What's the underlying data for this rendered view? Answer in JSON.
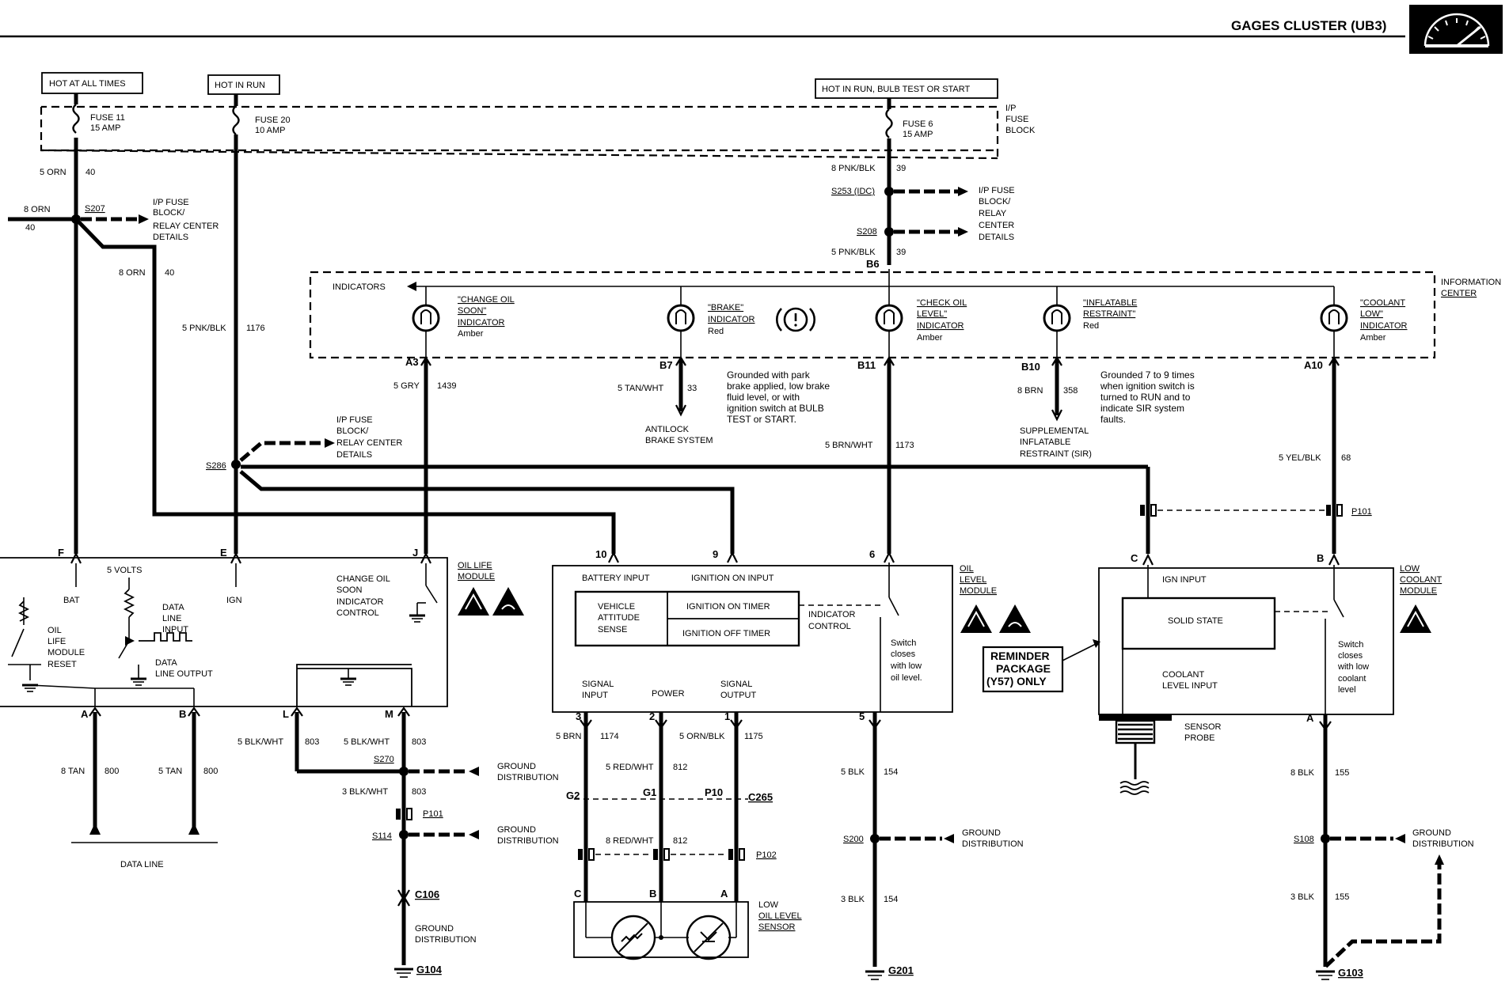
{
  "header": {
    "title": "GAGES CLUSTER (UB3)"
  },
  "power": {
    "hot_at_all_times": "HOT AT ALL TIMES",
    "hot_in_run": "HOT IN RUN",
    "hot_in_run_bulb": "HOT IN RUN, BULB TEST OR START",
    "fuse11": {
      "name": "FUSE 11",
      "rating": "15 AMP"
    },
    "fuse20": {
      "name": "FUSE 20",
      "rating": "10 AMP"
    },
    "fuse6": {
      "name": "FUSE 6",
      "rating": "15 AMP"
    },
    "fuse_block": [
      "I/P",
      "FUSE",
      "BLOCK"
    ]
  },
  "splices": {
    "s207": "S207",
    "s207_ref": [
      "I/P FUSE",
      "BLOCK/",
      "RELAY CENTER",
      "DETAILS"
    ],
    "s253": "S253 (IDC)",
    "s208": "S208",
    "s208_ref": [
      "I/P FUSE",
      "BLOCK/",
      "RELAY",
      "CENTER",
      "DETAILS"
    ],
    "s286": "S286",
    "s286_ref": [
      "I/P FUSE",
      "BLOCK/",
      "RELAY CENTER",
      "DETAILS"
    ],
    "s270": "S270",
    "s114": "S114",
    "s200": "S200",
    "s108": "S108",
    "ground_dist": "GROUND",
    "ground_dist2": "DISTRIBUTION"
  },
  "wires": {
    "w40a": {
      "gauge": "5 ORN",
      "circuit": "40"
    },
    "w40b": {
      "gauge": "8 ORN",
      "circuit": "40"
    },
    "w40c": {
      "gauge": "8 ORN",
      "circuit": "40"
    },
    "w1176": {
      "gauge": "5 PNK/BLK",
      "circuit": "1176"
    },
    "w39a": {
      "gauge": "8 PNK/BLK",
      "circuit": "39"
    },
    "w39b": {
      "gauge": "5 PNK/BLK",
      "circuit": "39"
    },
    "w1439": {
      "gauge": "5 GRY",
      "circuit": "1439"
    },
    "w33": {
      "gauge": "5 TAN/WHT",
      "circuit": "33"
    },
    "w1173": {
      "gauge": "5 BRN/WHT",
      "circuit": "1173"
    },
    "w358": {
      "gauge": "8 BRN",
      "circuit": "358"
    },
    "w68": {
      "gauge": "5 YEL/BLK",
      "circuit": "68"
    },
    "w800a": {
      "gauge": "8 TAN",
      "circuit": "800"
    },
    "w800b": {
      "gauge": "5 TAN",
      "circuit": "800"
    },
    "w803a": {
      "gauge": "5 BLK/WHT",
      "circuit": "803"
    },
    "w803b": {
      "gauge": "5 BLK/WHT",
      "circuit": "803"
    },
    "w803c": {
      "gauge": "3 BLK/WHT",
      "circuit": "803"
    },
    "w1174": {
      "gauge": "5 BRN",
      "circuit": "1174"
    },
    "w812a": {
      "gauge": "5 RED/WHT",
      "circuit": "812"
    },
    "w812b": {
      "gauge": "8 RED/WHT",
      "circuit": "812"
    },
    "w1175": {
      "gauge": "5 ORN/BLK",
      "circuit": "1175"
    },
    "w154a": {
      "gauge": "5 BLK",
      "circuit": "154"
    },
    "w154b": {
      "gauge": "3 BLK",
      "circuit": "154"
    },
    "w155a": {
      "gauge": "8 BLK",
      "circuit": "155"
    },
    "w155b": {
      "gauge": "3 BLK",
      "circuit": "155"
    }
  },
  "info_center": {
    "label": [
      "INFORMATION",
      "CENTER"
    ],
    "indicators_label": "INDICATORS",
    "change_oil": {
      "lines": [
        "\"CHANGE OIL",
        "SOON\"",
        "INDICATOR"
      ],
      "color": "Amber",
      "pin": "A3"
    },
    "brake": {
      "lines": [
        "\"BRAKE\"",
        "INDICATOR"
      ],
      "color": "Red",
      "pin": "B7"
    },
    "check_oil": {
      "lines": [
        "\"CHECK OIL",
        "LEVEL\"",
        "INDICATOR"
      ],
      "color": "Amber",
      "pin": "B11"
    },
    "inflatable": {
      "lines": [
        "\"INFLATABLE",
        "RESTRAINT\""
      ],
      "color": "Red",
      "pin": "B10"
    },
    "coolant": {
      "lines": [
        "\"COOLANT",
        "LOW\"",
        "INDICATOR"
      ],
      "color": "Amber",
      "pin": "A10"
    },
    "b6": "B6"
  },
  "notes": {
    "brake": [
      "Grounded with park",
      "brake applied, low brake",
      "fluid level, or with",
      "ignition switch at BULB",
      "TEST or START."
    ],
    "sir": [
      "Grounded 7 to 9 times",
      "when ignition switch is",
      "turned to RUN and to",
      "indicate SIR system",
      "faults."
    ],
    "antilock": [
      "ANTILOCK",
      "BRAKE SYSTEM"
    ],
    "sir_dest": [
      "SUPPLEMENTAL",
      "INFLATABLE",
      "RESTRAINT (SIR)"
    ]
  },
  "oil_life": {
    "title": [
      "OIL LIFE",
      "MODULE"
    ],
    "pins": {
      "f": "F",
      "e": "E",
      "j": "J",
      "a": "A",
      "b": "B",
      "l": "L",
      "m": "M"
    },
    "volts": "5 VOLTS",
    "bat": "BAT",
    "ign": "IGN",
    "change_ctrl": [
      "CHANGE OIL",
      "SOON",
      "INDICATOR",
      "CONTROL"
    ],
    "reset": [
      "OIL",
      "LIFE",
      "MODULE",
      "RESET"
    ],
    "data_input": [
      "DATA",
      "LINE",
      "INPUT"
    ],
    "data_output": [
      "DATA",
      "LINE OUTPUT"
    ],
    "data_line": "DATA LINE"
  },
  "oil_level": {
    "title": [
      "OIL",
      "LEVEL",
      "MODULE"
    ],
    "pins": {
      "p10": "10",
      "p9": "9",
      "p6": "6",
      "p5": "5",
      "p3": "3",
      "p2": "2",
      "p1": "1"
    },
    "battery_input": "BATTERY INPUT",
    "ignition_input": "IGNITION ON INPUT",
    "vas": [
      "VEHICLE",
      "ATTITUDE",
      "SENSE"
    ],
    "on_timer": "IGNITION ON TIMER",
    "off_timer": "IGNITION OFF TIMER",
    "ind_ctrl": [
      "INDICATOR",
      "CONTROL"
    ],
    "switch_note": [
      "Switch",
      "closes",
      "with low",
      "oil level."
    ],
    "signal_input": [
      "SIGNAL",
      "INPUT"
    ],
    "power": "POWER",
    "signal_output": [
      "SIGNAL",
      "OUTPUT"
    ]
  },
  "connectors": {
    "g2": "G2",
    "g1": "G1",
    "p10": "P10",
    "c265": "C265",
    "p101": "P101",
    "p102": "P102",
    "c106": "C106",
    "g104": "G104",
    "g201": "G201",
    "g103": "G103",
    "sensor_c": "C",
    "sensor_b": "B",
    "sensor_a": "A"
  },
  "sensor": {
    "label": [
      "LOW",
      "OIL LEVEL",
      "SENSOR"
    ]
  },
  "reminder": [
    "REMINDER",
    "PACKAGE",
    "(Y57) ONLY"
  ],
  "coolant_module": {
    "title": [
      "LOW",
      "COOLANT",
      "MODULE"
    ],
    "pins": {
      "c": "C",
      "b": "B",
      "a": "A"
    },
    "ign_input": "IGN INPUT",
    "solid_state": "SOLID STATE",
    "coolant_level": [
      "COOLANT",
      "LEVEL INPUT"
    ],
    "switch_note": [
      "Switch",
      "closes",
      "with low",
      "coolant",
      "level"
    ],
    "probe": [
      "SENSOR",
      "PROBE"
    ]
  }
}
